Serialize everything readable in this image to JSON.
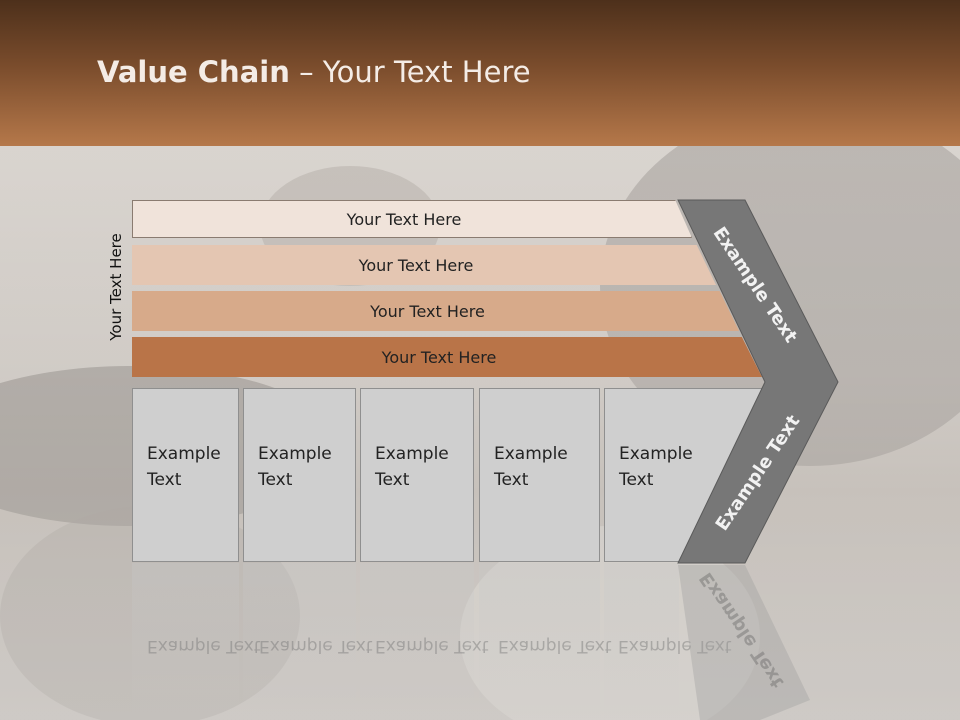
{
  "slide": {
    "title_bold": "Value Chain",
    "title_rest": " – Your Text Here",
    "side_label": "Your Text Here"
  },
  "bars": [
    {
      "label": "Your Text Here",
      "color": "#f0e3da"
    },
    {
      "label": "Your Text Here",
      "color": "#e4c6b2"
    },
    {
      "label": "Your Text Here",
      "color": "#d7aa8a"
    },
    {
      "label": "Your Text Here",
      "color": "#b97448"
    }
  ],
  "boxes": [
    {
      "label": "Example Text"
    },
    {
      "label": "Example Text"
    },
    {
      "label": "Example Text"
    },
    {
      "label": "Example Text"
    },
    {
      "label": "Example Text"
    }
  ],
  "chevron": {
    "upper_label": "Example Text",
    "lower_label": "Example Text",
    "color": "#777777"
  },
  "colors": {
    "header_dark": "#4d301b",
    "header_light": "#b5784a",
    "box_fill": "#cfcfcf"
  }
}
